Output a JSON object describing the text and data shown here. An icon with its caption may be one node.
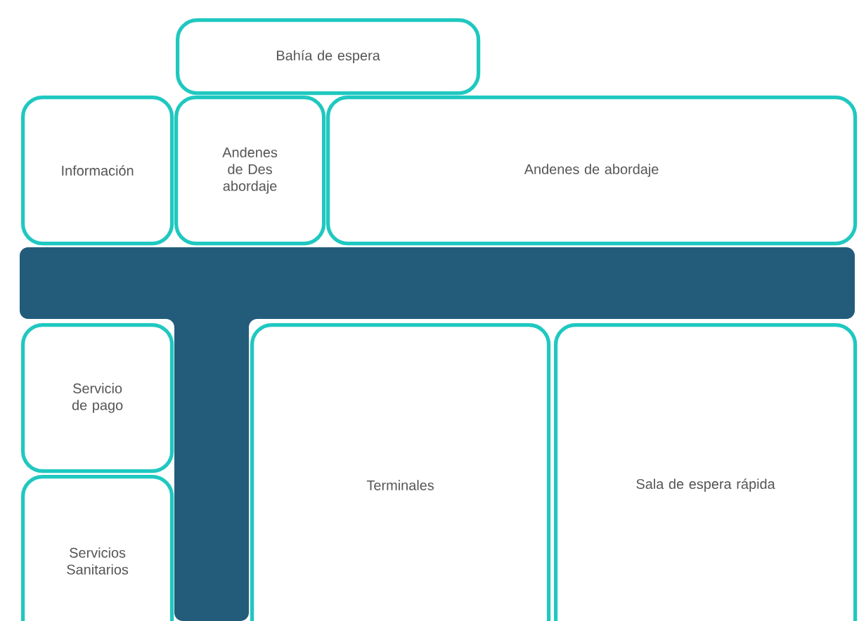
{
  "diagram": {
    "nodes": [
      {
        "text": [
          "Bahía de espera"
        ]
      },
      {
        "text": [
          "Información"
        ]
      },
      {
        "text": [
          "Andenes de Des abordaje"
        ]
      },
      {
        "text": [
          "Andenes de abordaje"
        ]
      },
      {
        "text": [
          "Servicio de pago"
        ]
      },
      {
        "text": [
          "Servicios Sanitarios"
        ]
      },
      {
        "text": [
          "Terminales"
        ]
      },
      {
        "text": [
          "Sala de espera rápida"
        ]
      }
    ]
  }
}
